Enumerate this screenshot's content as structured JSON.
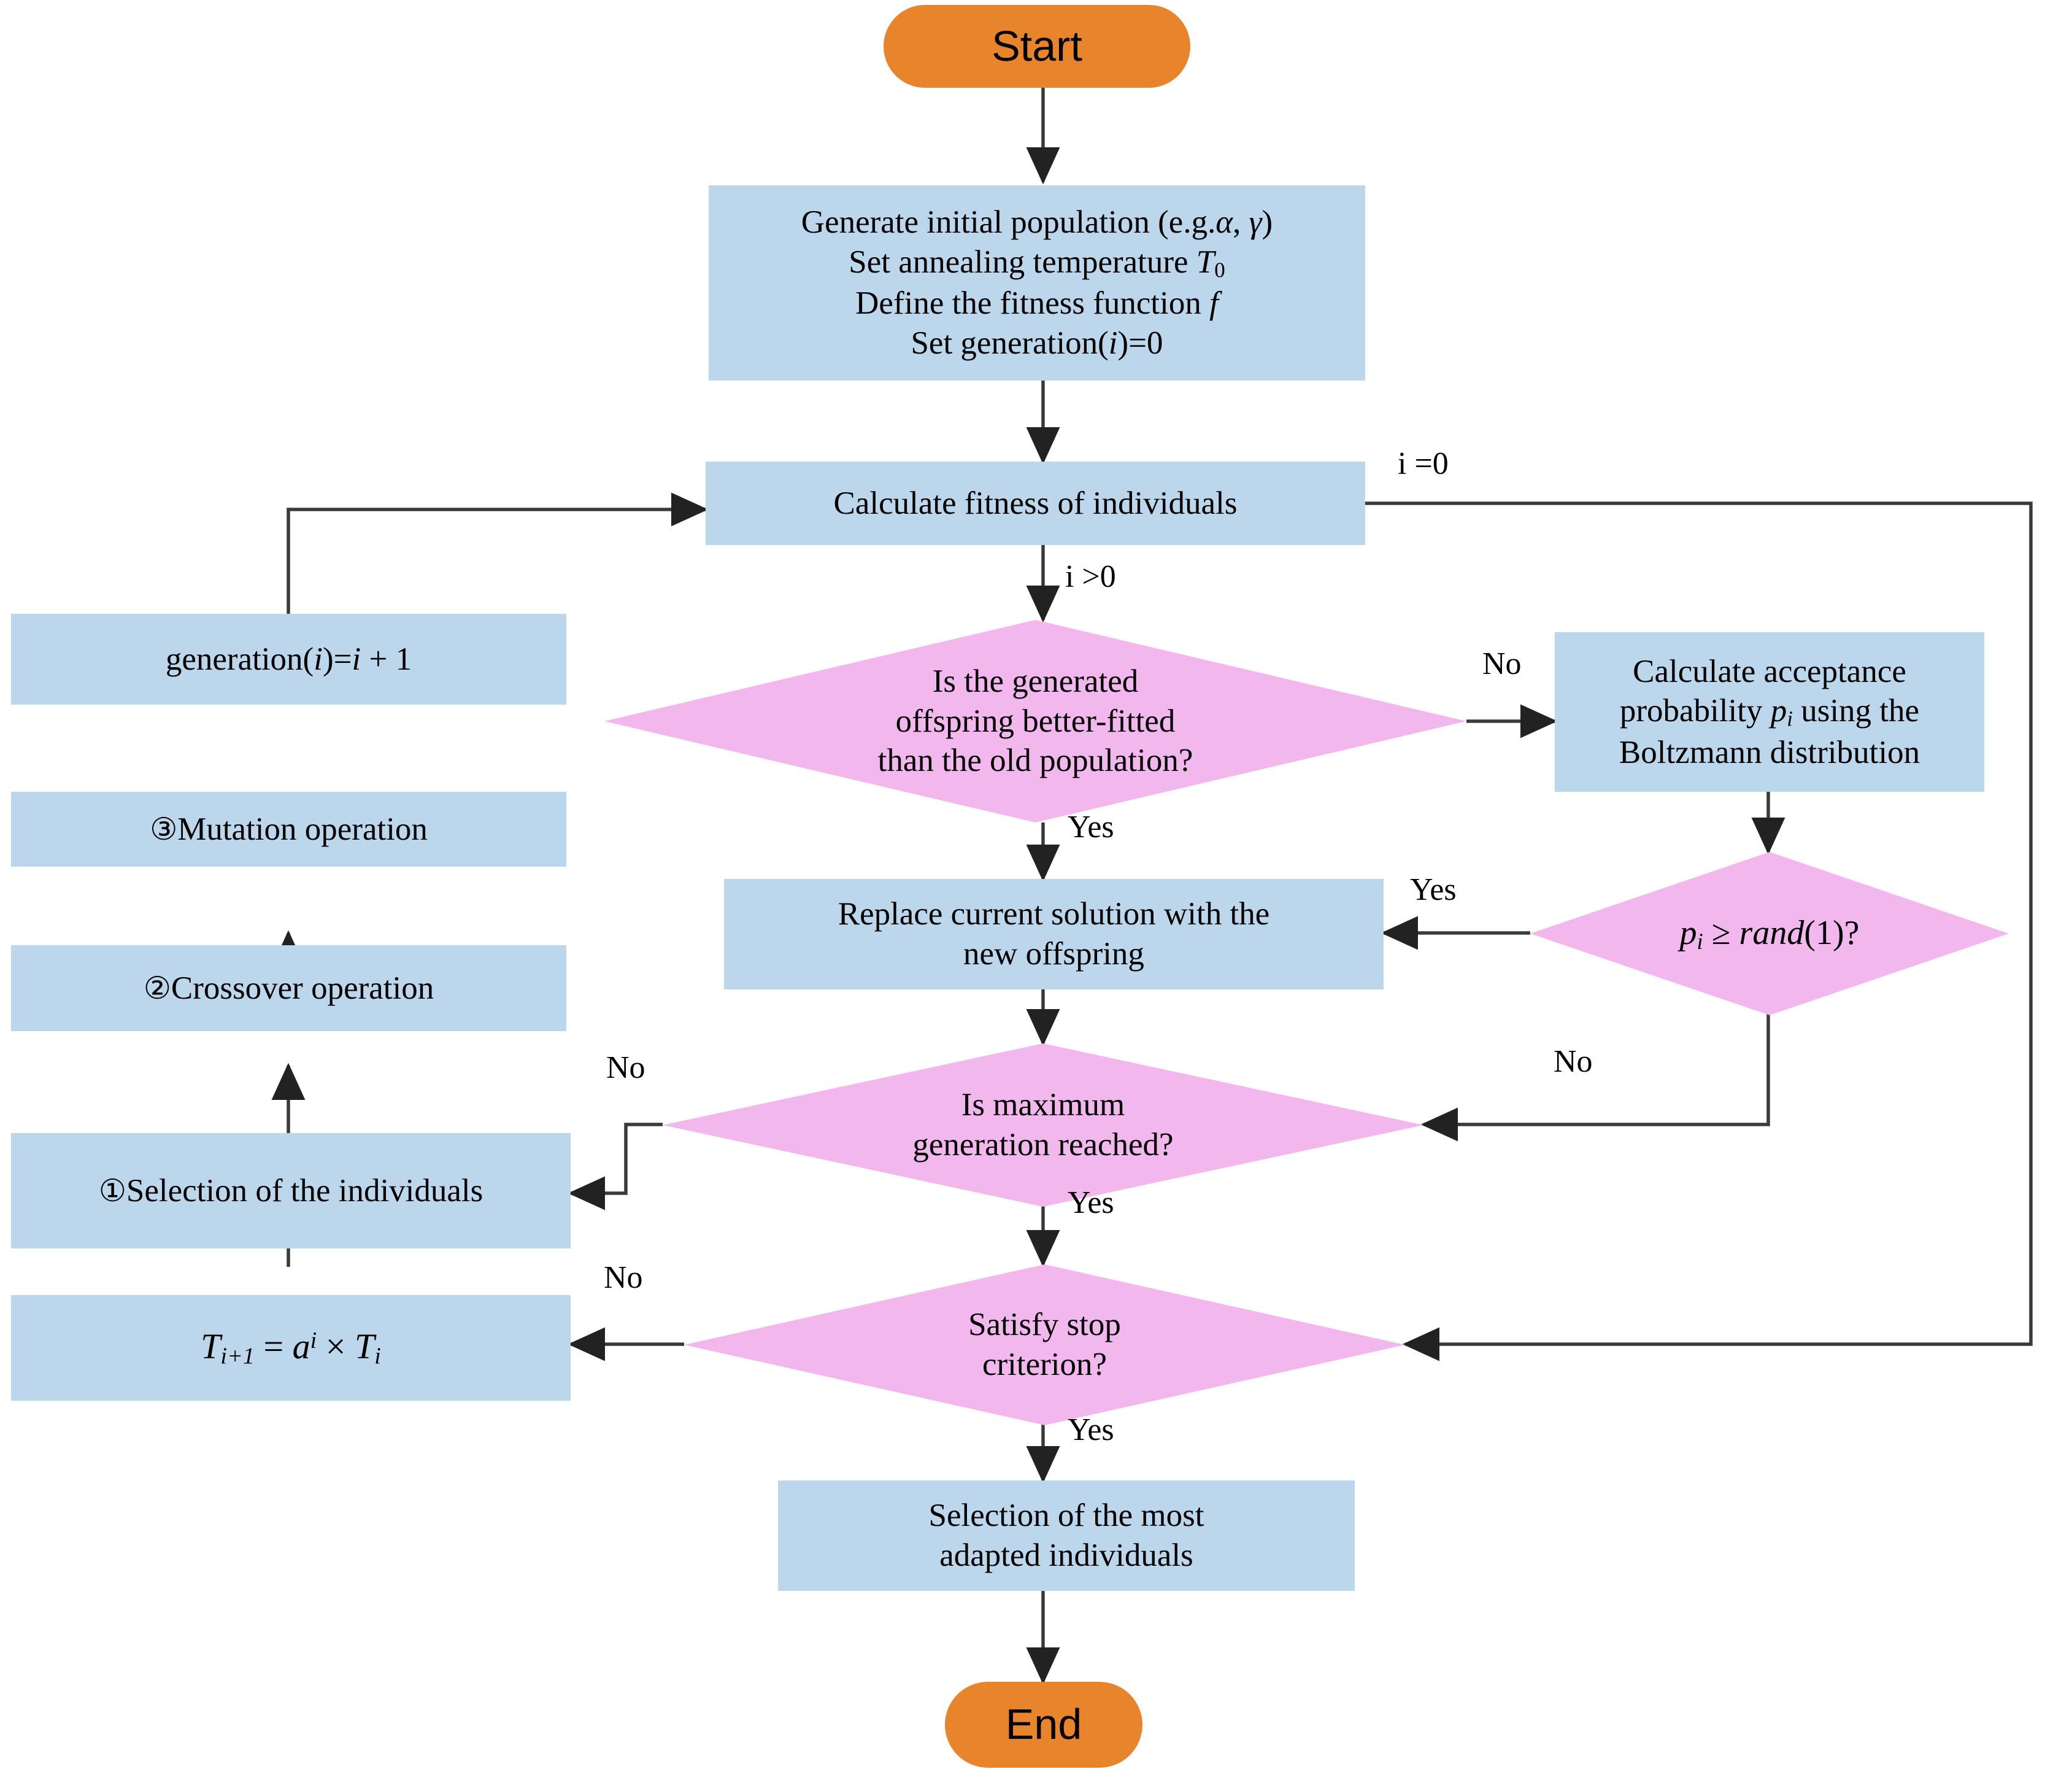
{
  "diagram": {
    "title": "Hybrid genetic algorithm / simulated annealing flowchart",
    "colors": {
      "process_fill": "#bcd6ec",
      "decision_fill": "#f2b8ee",
      "terminator_fill": "#e8842c",
      "edge_stroke": "#3a3a3a",
      "text": "#000000",
      "background": "#ffffff"
    }
  },
  "nodes": {
    "start": {
      "label": "Start",
      "shape": "terminator"
    },
    "init": {
      "shape": "process",
      "lines": [
        "Generate initial population (e.g. α, γ)",
        "Set annealing temperature T₀",
        "Define the fitness function f",
        "Set generation(i)=0"
      ]
    },
    "calc_fitness": {
      "shape": "process",
      "lines": [
        "Calculate fitness of individuals"
      ]
    },
    "decision_offspring": {
      "shape": "decision",
      "lines": [
        "Is the generated",
        "offspring better-fitted",
        "than the old population?"
      ]
    },
    "acceptance": {
      "shape": "process",
      "lines": [
        "Calculate acceptance",
        "probability pᵢ using the",
        "Boltzmann distribution"
      ]
    },
    "decision_prand": {
      "shape": "decision",
      "lines": [
        "pᵢ ≥ rand(1)?"
      ]
    },
    "replace": {
      "shape": "process",
      "lines": [
        "Replace current solution with the",
        "new offspring"
      ]
    },
    "decision_maxgen": {
      "shape": "decision",
      "lines": [
        "Is maximum",
        "generation reached?"
      ]
    },
    "decision_stop": {
      "shape": "decision",
      "lines": [
        "Satisfy stop",
        "criterion?"
      ]
    },
    "select_best": {
      "shape": "process",
      "lines": [
        "Selection of the most",
        "adapted individuals"
      ]
    },
    "end": {
      "label": "End",
      "shape": "terminator"
    },
    "generation_inc": {
      "shape": "process",
      "lines": [
        "generation(i)=i + 1"
      ]
    },
    "mutation": {
      "shape": "process",
      "lines": [
        "③Mutation operation"
      ]
    },
    "crossover": {
      "shape": "process",
      "lines": [
        "②Crossover operation"
      ]
    },
    "selection": {
      "shape": "process",
      "lines": [
        "①Selection of the individuals"
      ]
    },
    "temperature": {
      "shape": "process",
      "lines": [
        "Tᵢ₊₁ = aⁱ × Tᵢ"
      ]
    }
  },
  "edge_labels": {
    "i_equals_zero": "i =0",
    "i_greater_zero": "i >0",
    "offspring_no": "No",
    "offspring_yes": "Yes",
    "prand_yes": "Yes",
    "prand_no": "No",
    "maxgen_no": "No",
    "maxgen_yes": "Yes",
    "stop_no": "No",
    "stop_yes": "Yes"
  }
}
